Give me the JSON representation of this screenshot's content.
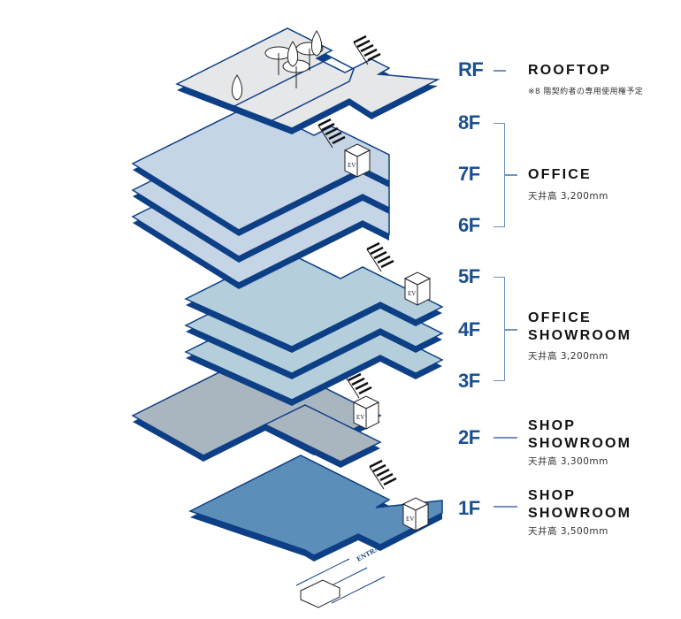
{
  "diagram": {
    "type": "isometric-floor-stack",
    "colors": {
      "floor_edge": "#0d3f86",
      "floor_rooftop": "#e6e7e9",
      "floor_office": "#c5d5e6",
      "floor_office_showroom": "#b4cfdb",
      "floor_shop_2f": "#a9b5bf",
      "floor_shop_1f": "#5b8fba",
      "label_blue": "#1a4f8f",
      "connector": "#6f93bd"
    },
    "icons": {
      "elevator": "EV",
      "entrance_label": "ENTRANCE"
    }
  },
  "floors": [
    {
      "id": "RF",
      "label": "RF"
    },
    {
      "id": "8F",
      "label": "8F"
    },
    {
      "id": "7F",
      "label": "7F"
    },
    {
      "id": "6F",
      "label": "6F"
    },
    {
      "id": "5F",
      "label": "5F"
    },
    {
      "id": "4F",
      "label": "4F"
    },
    {
      "id": "3F",
      "label": "3F"
    },
    {
      "id": "2F",
      "label": "2F"
    },
    {
      "id": "1F",
      "label": "1F"
    }
  ],
  "uses": {
    "rooftop": {
      "title_lines": [
        "ROOFTOP"
      ],
      "note": "※8 階契約者の専用使用権予定"
    },
    "office": {
      "title_lines": [
        "OFFICE"
      ],
      "ceiling": "天井高 3,200mm"
    },
    "office_showroom": {
      "title_lines": [
        "OFFICE",
        "SHOWROOM"
      ],
      "ceiling": "天井高 3,200mm"
    },
    "shop_2f": {
      "title_lines": [
        "SHOP",
        "SHOWROOM"
      ],
      "ceiling": "天井高 3,300mm"
    },
    "shop_1f": {
      "title_lines": [
        "SHOP",
        "SHOWROOM"
      ],
      "ceiling": "天井高 3,500mm"
    }
  }
}
